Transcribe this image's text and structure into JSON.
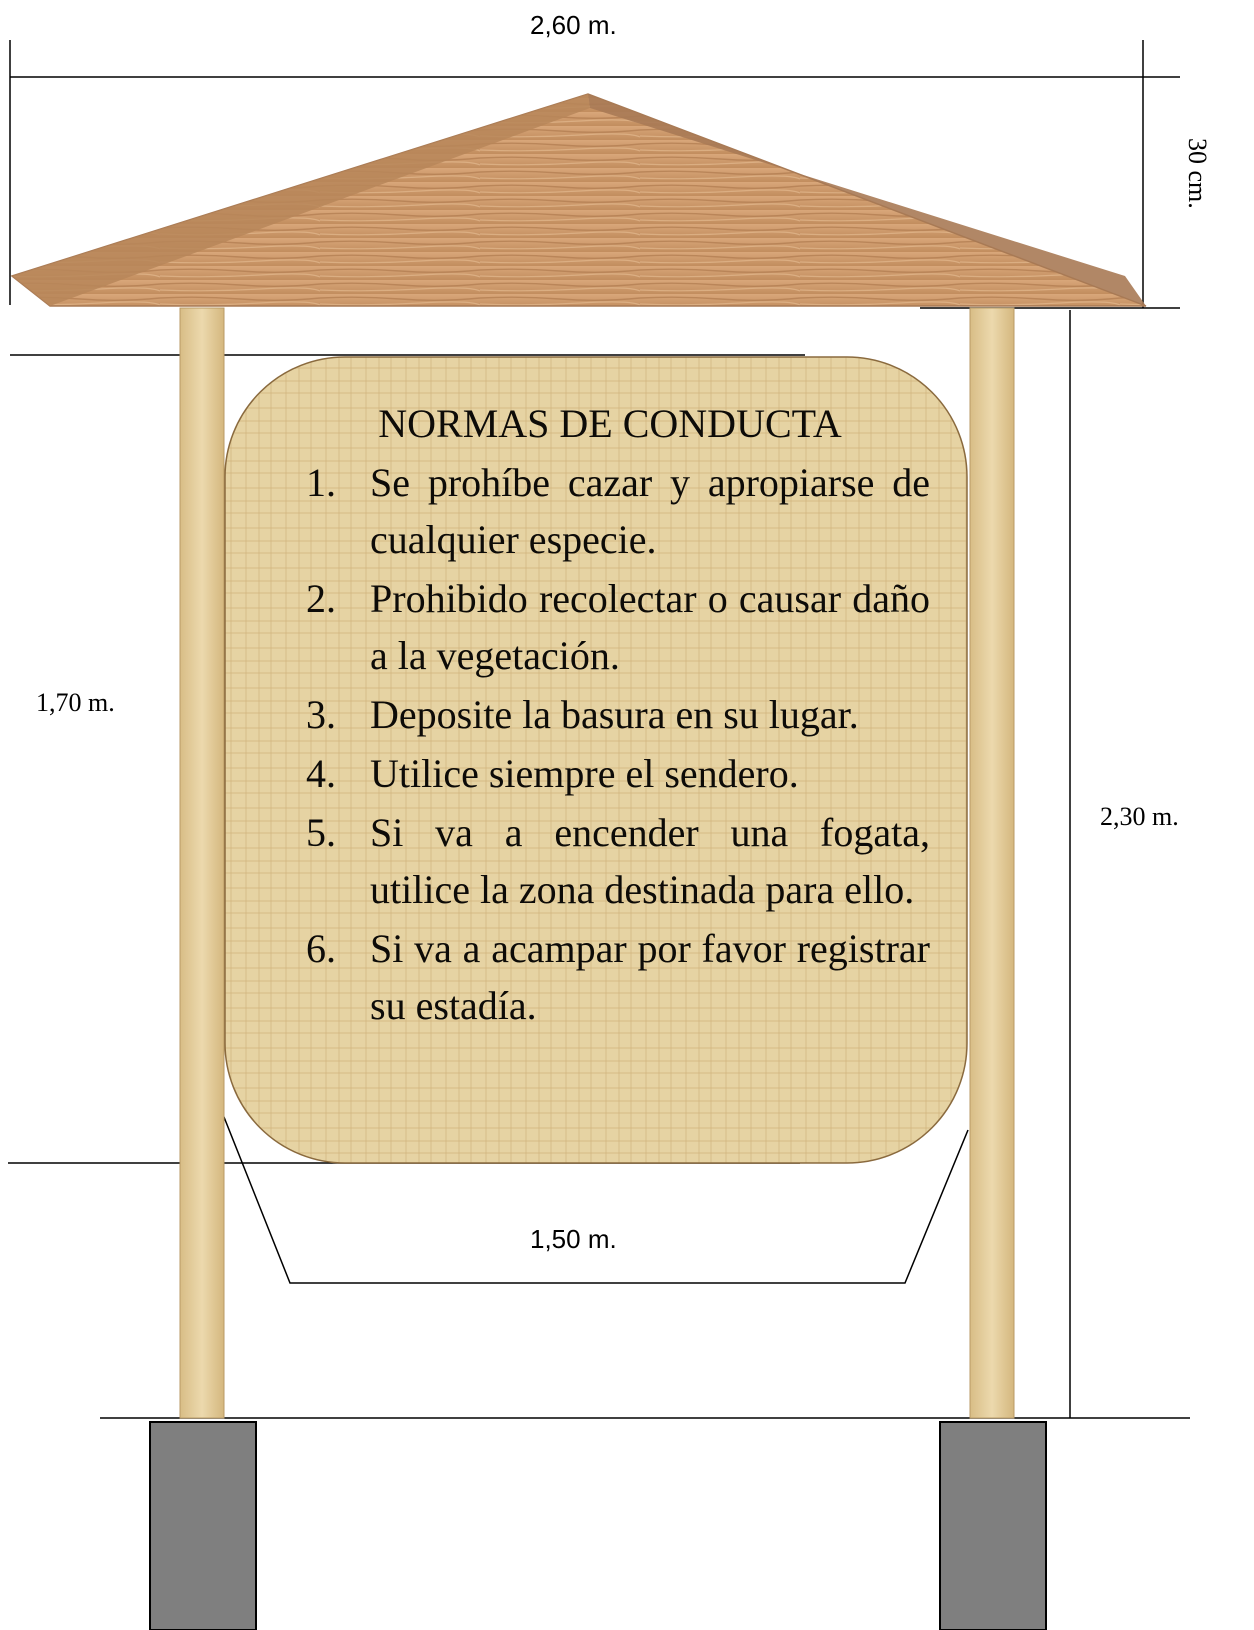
{
  "dimensions": {
    "total_width": "2,60 m.",
    "roof_height": "30 cm.",
    "board_height": "1,70 m.",
    "total_height": "2,30 m.",
    "board_width": "1,50 m."
  },
  "sign": {
    "title": "NORMAS DE CONDUCTA",
    "rules": [
      {
        "number": "1.",
        "text": "Se prohíbe cazar y apropiarse de cualquier especie."
      },
      {
        "number": "2.",
        "text": "Prohibido recolectar o causar daño a la vegetación."
      },
      {
        "number": "3.",
        "text": "Deposite la basura en su lugar."
      },
      {
        "number": "4.",
        "text": "Utilice siempre el sendero."
      },
      {
        "number": "5.",
        "text": "Si va a encender una fogata, utilice la zona destinada para ello."
      },
      {
        "number": "6.",
        "text": "Si va a acampar por favor registrar su estadía."
      }
    ]
  },
  "colors": {
    "roof": "#c89668",
    "roof_edge": "#a87a55",
    "post": "#e2cb98",
    "board": "#e3cf9c",
    "footing": "#7f7f7f"
  }
}
